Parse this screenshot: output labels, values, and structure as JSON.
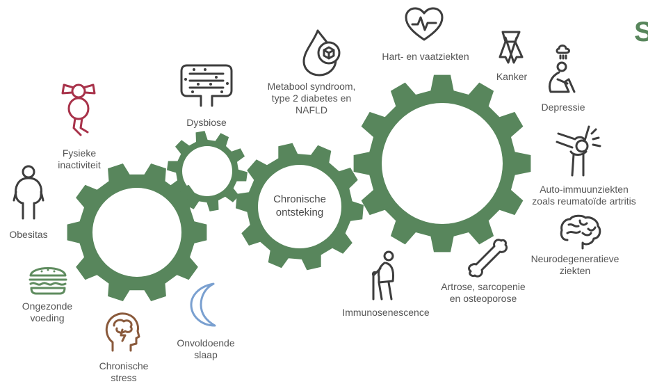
{
  "colors": {
    "gear": "#58865c",
    "icon_dark": "#3d3d3d",
    "icon_red": "#a8324a",
    "icon_green": "#5f8c5f",
    "icon_brown": "#8a5a3c",
    "icon_blue": "#7aa0d0",
    "text": "#555555"
  },
  "center": {
    "label_line1": "Chronische",
    "label_line2": "ontsteking"
  },
  "causes": [
    {
      "id": "fysieke-inactiviteit",
      "icon": "person-stretching-icon",
      "lines": [
        "Fysieke",
        "inactiviteit"
      ]
    },
    {
      "id": "obesitas",
      "icon": "overweight-person-icon",
      "lines": [
        "Obesitas"
      ]
    },
    {
      "id": "ongezonde-voeding",
      "icon": "burger-icon",
      "lines": [
        "Ongezonde",
        "voeding"
      ]
    },
    {
      "id": "chronische-stress",
      "icon": "stressed-head-icon",
      "lines": [
        "Chronische",
        "stress"
      ]
    },
    {
      "id": "onvoldoende-slaap",
      "icon": "crescent-moon-icon",
      "lines": [
        "Onvoldoende",
        "slaap"
      ]
    },
    {
      "id": "dysbiose",
      "icon": "intestine-icon",
      "lines": [
        "Dysbiose"
      ]
    }
  ],
  "consequences": [
    {
      "id": "metabool-syndroom",
      "icon": "drop-with-cube-icon",
      "lines": [
        "Metabool syndroom,",
        "type 2 diabetes en",
        "NAFLD"
      ]
    },
    {
      "id": "hart-vaatziekten",
      "icon": "heart-pulse-icon",
      "lines": [
        "Hart- en vaatziekten"
      ]
    },
    {
      "id": "kanker",
      "icon": "cancer-ribbon-icon",
      "lines": [
        "Kanker"
      ]
    },
    {
      "id": "depressie",
      "icon": "sad-person-cloud-icon",
      "lines": [
        "Depressie"
      ]
    },
    {
      "id": "auto-immuun",
      "icon": "knee-joint-icon",
      "lines": [
        "Auto-immuunziekten",
        "zoals reumatoïde artritis"
      ]
    },
    {
      "id": "neurodegeneratief",
      "icon": "brain-icon",
      "lines": [
        "Neurodegeneratieve",
        "ziekten"
      ]
    },
    {
      "id": "artrose",
      "icon": "bone-icon",
      "lines": [
        "Artrose, sarcopenie",
        "en osteoporose"
      ]
    },
    {
      "id": "immunosenescence",
      "icon": "elderly-person-cane-icon",
      "lines": [
        "Immunosenescence"
      ]
    }
  ],
  "corner_mark": "S"
}
